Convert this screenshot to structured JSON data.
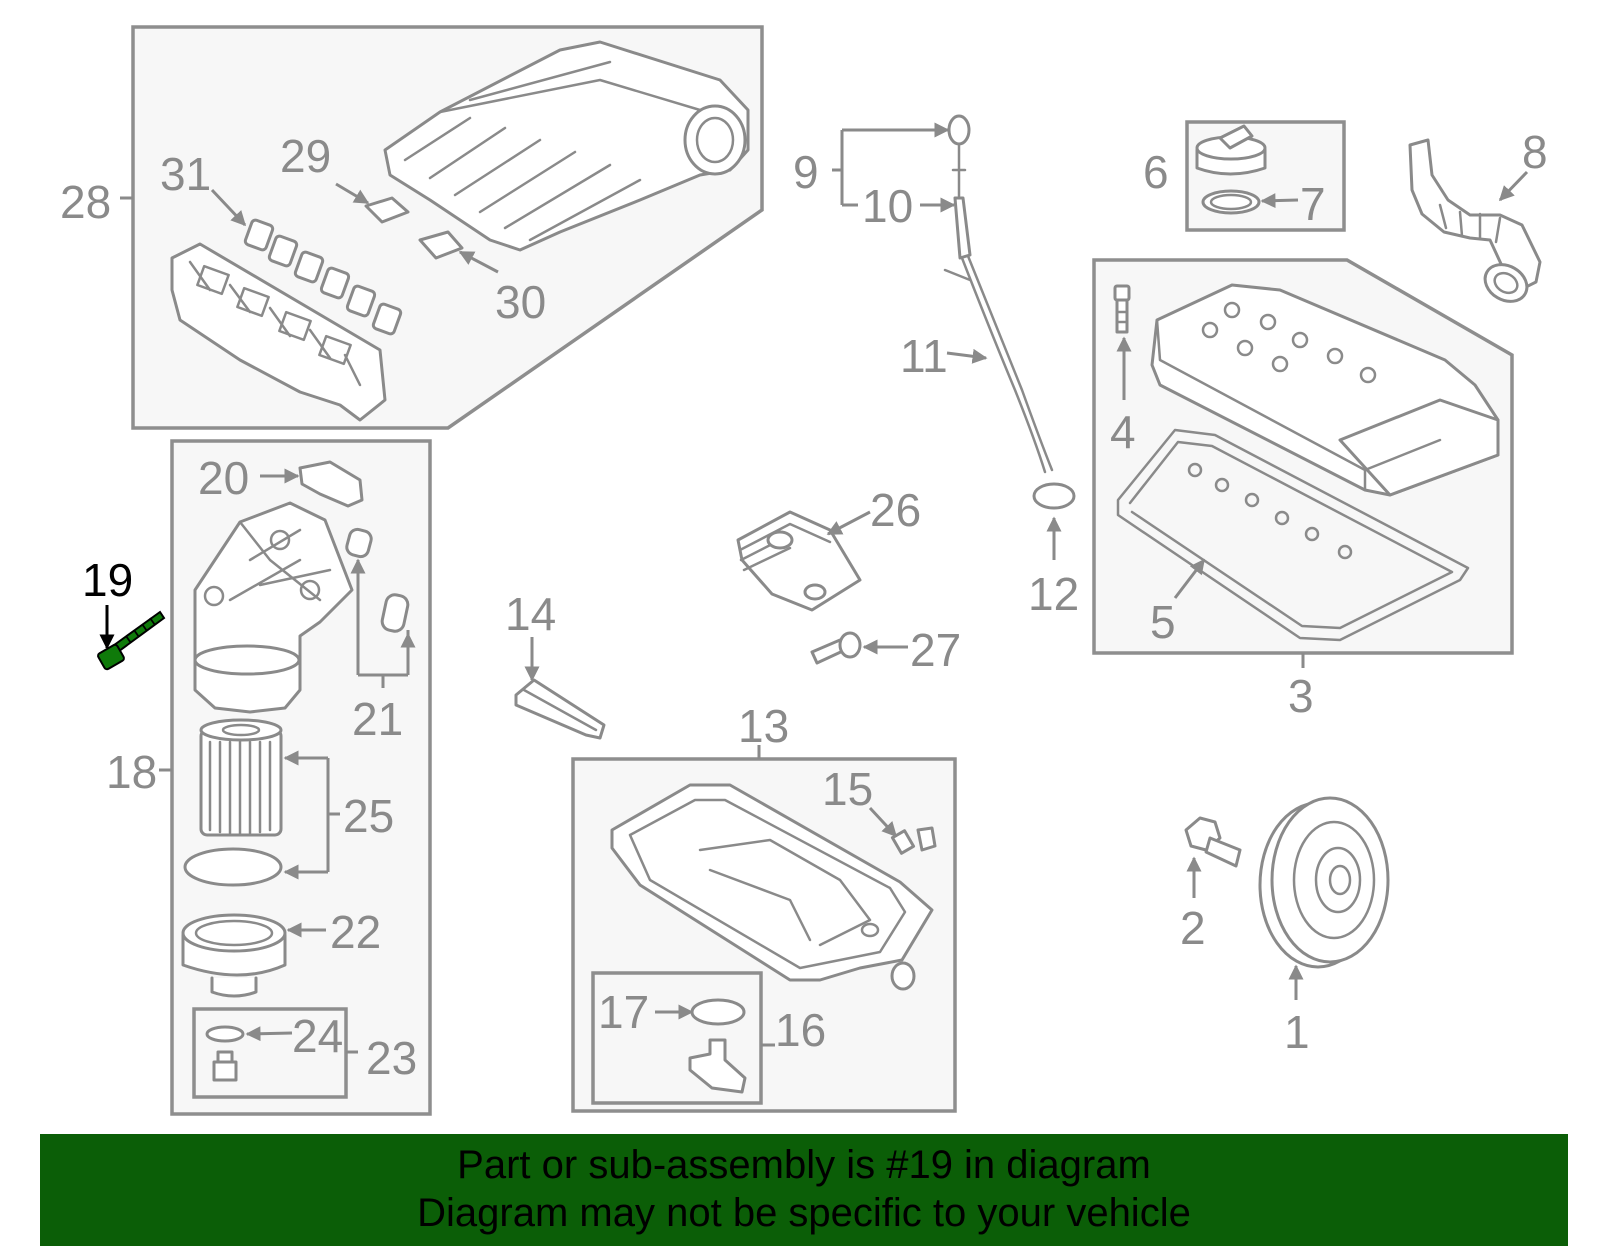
{
  "banner": {
    "line1": "Part or sub-assembly is #19 in diagram",
    "line2": "Diagram may not be specific to your vehicle",
    "color": "#0b5e07"
  },
  "highlighted_part": "19",
  "highlight_color": "#0f7a0a",
  "callouts": {
    "c1": "1",
    "c2": "2",
    "c3": "3",
    "c4": "4",
    "c5": "5",
    "c6": "6",
    "c7": "7",
    "c8": "8",
    "c9": "9",
    "c10": "10",
    "c11": "11",
    "c12": "12",
    "c13": "13",
    "c14": "14",
    "c15": "15",
    "c16": "16",
    "c17": "17",
    "c18": "18",
    "c19": "19",
    "c20": "20",
    "c21": "21",
    "c22": "22",
    "c23": "23",
    "c24": "24",
    "c25": "25",
    "c26": "26",
    "c27": "27",
    "c28": "28",
    "c29": "29",
    "c30": "30",
    "c31": "31"
  }
}
